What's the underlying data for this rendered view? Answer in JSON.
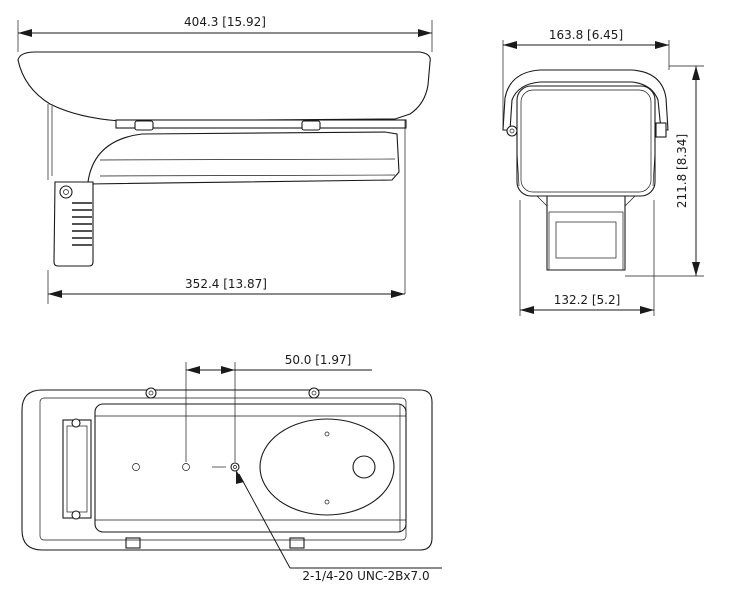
{
  "dimensions": {
    "side_total_length": "404.3 [15.92]",
    "side_base_length": "352.4 [13.87]",
    "front_hood_width": "163.8 [6.45]",
    "front_base_width": "132.2 [5.2]",
    "front_height": "211.8 [8.34]",
    "bottom_hole_spacing": "50.0 [1.97]"
  },
  "callouts": {
    "mount_thread": "2-1/4-20 UNC-2Bx7.0"
  }
}
